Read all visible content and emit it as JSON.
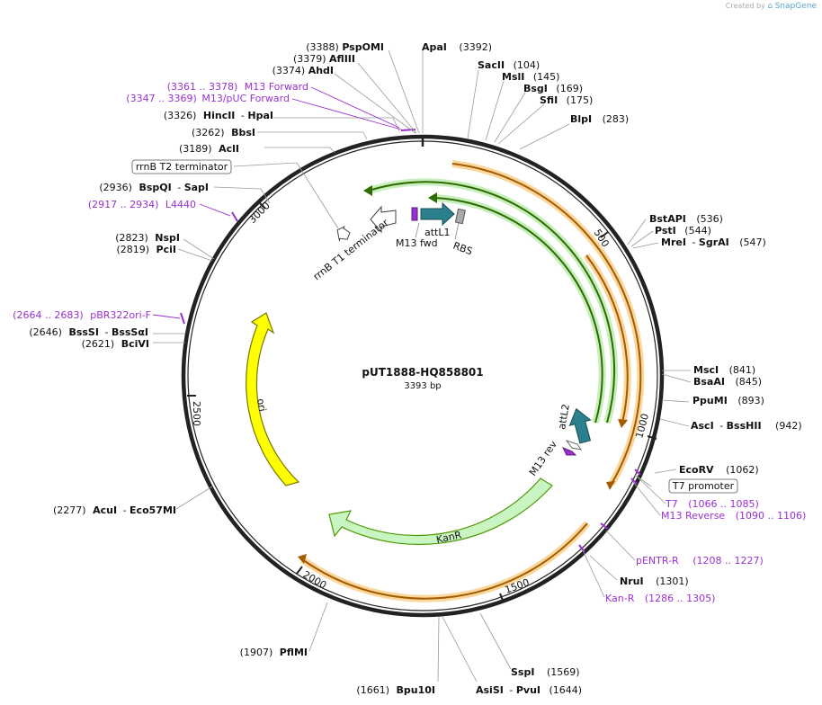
{
  "credit": {
    "prefix": "Created by",
    "brand": "SnapGene"
  },
  "plasmid": {
    "name": "pUT1888-HQ858801",
    "size_text": "3393 bp",
    "length": 3393
  },
  "ticks": [
    "500",
    "1000",
    "1500",
    "2000",
    "2500",
    "3000"
  ],
  "colors": {
    "backbone": "#222222",
    "orange": "#f5a623",
    "green": "#4e9a06",
    "green_fill": "#c9f5c2",
    "teal": "#2c7f8c",
    "yellow": "#ffff00",
    "primer": "#9b30d0"
  },
  "sites": [
    {
      "name": "PspOMI",
      "pos": "(3388)"
    },
    {
      "name": "AflIII",
      "pos": "(3379)"
    },
    {
      "name": "AhdI",
      "pos": "(3374)"
    },
    {
      "name": "ApaI",
      "pos": "(3392)"
    },
    {
      "name": "SacII",
      "pos": "(104)"
    },
    {
      "name": "MslI",
      "pos": "(145)"
    },
    {
      "name": "BsgI",
      "pos": "(169)"
    },
    {
      "name": "SfiI",
      "pos": "(175)"
    },
    {
      "name": "BlpI",
      "pos": "(283)"
    },
    {
      "name": "HincII",
      "name2": "HpaI",
      "pos": "(3326)"
    },
    {
      "name": "BbsI",
      "pos": "(3262)"
    },
    {
      "name": "AclI",
      "pos": "(3189)"
    },
    {
      "name": "BspQI",
      "name2": "SapI",
      "pos": "(2936)"
    },
    {
      "name": "NspI",
      "pos": "(2823)"
    },
    {
      "name": "PciI",
      "pos": "(2819)"
    },
    {
      "name": "BssSI",
      "name2": "BssSαI",
      "pos": "(2646)"
    },
    {
      "name": "BciVI",
      "pos": "(2621)"
    },
    {
      "name": "AcuI",
      "name2": "Eco57MI",
      "pos": "(2277)"
    },
    {
      "name": "PflMI",
      "pos": "(1907)"
    },
    {
      "name": "Bpu10I",
      "pos": "(1661)"
    },
    {
      "name": "AsiSI",
      "name2": "PvuI",
      "pos": "(1644)"
    },
    {
      "name": "SspI",
      "pos": "(1569)"
    },
    {
      "name": "BstAPI",
      "pos": "(536)"
    },
    {
      "name": "PstI",
      "pos": "(544)"
    },
    {
      "name": "MreI",
      "name2": "SgrAI",
      "pos": "(547)"
    },
    {
      "name": "MscI",
      "pos": "(841)"
    },
    {
      "name": "BsaAI",
      "pos": "(845)"
    },
    {
      "name": "PpuMI",
      "pos": "(893)"
    },
    {
      "name": "AscI",
      "name2": "BssHII",
      "pos": "(942)"
    },
    {
      "name": "EcoRV",
      "pos": "(1062)"
    },
    {
      "name": "NruI",
      "pos": "(1301)"
    }
  ],
  "primers": [
    {
      "name": "M13 Forward",
      "range": "(3361 .. 3378)"
    },
    {
      "name": "M13/pUC Forward",
      "range": "(3347 .. 3369)"
    },
    {
      "name": "L4440",
      "range": "(2917 .. 2934)"
    },
    {
      "name": "pBR322ori-F",
      "range": "(2664 .. 2683)"
    },
    {
      "name": "T7",
      "range": "(1066 .. 1085)"
    },
    {
      "name": "M13 Reverse",
      "range": "(1090 .. 1106)"
    },
    {
      "name": "pENTR-R",
      "range": "(1208 .. 1227)"
    },
    {
      "name": "Kan-R",
      "range": "(1286 .. 1305)"
    }
  ],
  "boxed": {
    "rrnb_t2": "rrnB T2 terminator",
    "t7_promoter": "T7 promoter"
  },
  "features": {
    "rrnb_t1": "rrnB T1 terminator",
    "m13_fwd": "M13 fwd",
    "attl1": "attL1",
    "rbs": "RBS",
    "attl2": "attL2",
    "m13_rev": "M13 rev",
    "kanr": "KanR",
    "ori": "ori"
  }
}
